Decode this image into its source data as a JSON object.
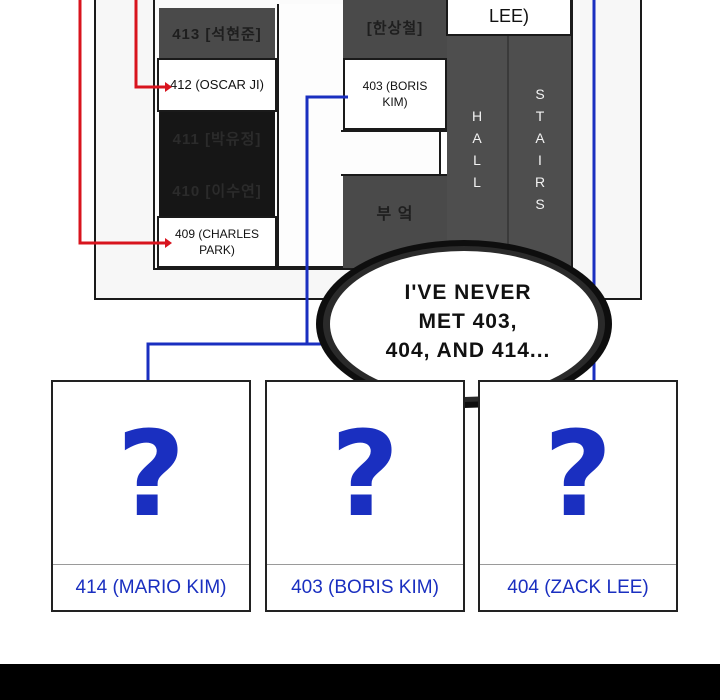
{
  "floor_plan": {
    "room_413": "413 [석현준]",
    "room_412": "412 (OSCAR JI)",
    "room_411": "411 [박유정]",
    "room_410": "410 [이수연]",
    "room_409_line1": "409 (CHARLES",
    "room_409_line2": "PARK)",
    "room_top_center": "[한상철]",
    "room_top_right": "LEE)",
    "room_403_line1": "403 (BORIS",
    "room_403_line2": "KIM)",
    "room_kitchen": "부 엌",
    "hall": "HALL",
    "stairs": "STAIRS"
  },
  "speech_bubble": {
    "line1": "I'VE NEVER",
    "line2": "MET 403,",
    "line3": "404, AND 414..."
  },
  "cards": [
    {
      "symbol": "?",
      "label": "414 (MARIO KIM)"
    },
    {
      "symbol": "?",
      "label": "403 (BORIS KIM)"
    },
    {
      "symbol": "?",
      "label": "404 (ZACK LEE)"
    }
  ],
  "colors": {
    "connector_red": "#d8141e",
    "connector_blue": "#1a2fc0",
    "question_blue": "#1a2fc0",
    "room_grey": "#4a4a4a",
    "room_dark": "#161616"
  }
}
